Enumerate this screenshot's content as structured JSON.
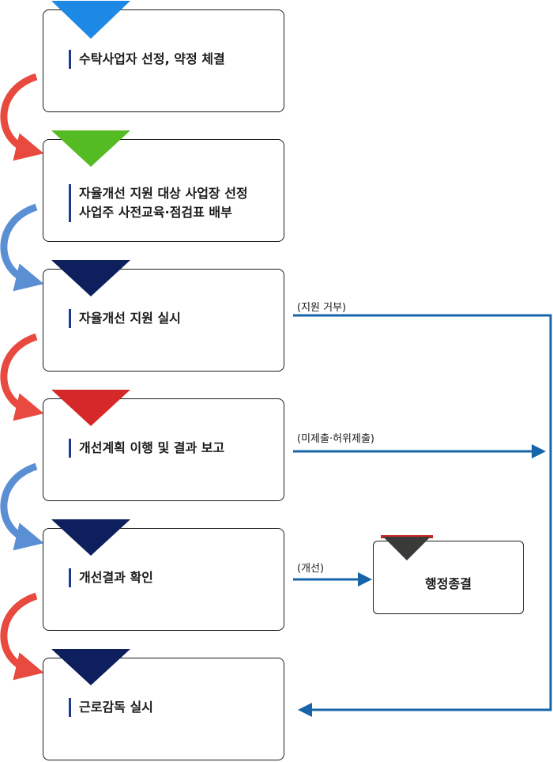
{
  "steps": [
    {
      "lines": [
        "수탁사업자 선정, 약정 체결"
      ],
      "accent": "#1e88e5"
    },
    {
      "lines": [
        "자율개선 지원 대상 사업장 선정",
        "사업주 사전교육·점검표 배부"
      ],
      "accent": "#55bb22"
    },
    {
      "lines": [
        "자율개선 지원 실시"
      ],
      "accent": "#0d1f5c"
    },
    {
      "lines": [
        "개선계획 이행 및 결과 보고"
      ],
      "accent": "#d62828"
    },
    {
      "lines": [
        "개선결과 확인"
      ],
      "accent": "#0d1f5c"
    },
    {
      "lines": [
        "근로감독 실시"
      ],
      "accent": "#0d1f5c"
    }
  ],
  "branches": {
    "refuse_label": "(지원 거부)",
    "unsubmitted_label": "(미제출·허위제출)",
    "improved_label": "(개선)"
  },
  "end": {
    "label": "행정종결",
    "accent": "#3a3a38"
  },
  "colors": {
    "flow_red": "#e84a3f",
    "flow_blue": "#5b8fd4",
    "line_blue": "#1565a8"
  }
}
